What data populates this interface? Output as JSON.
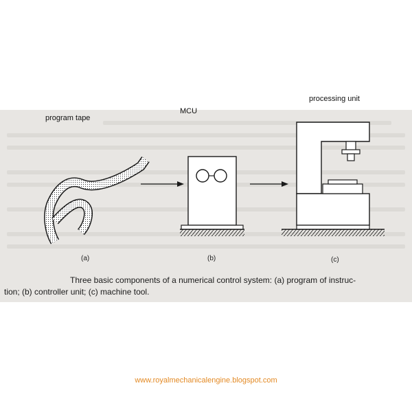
{
  "labels": {
    "program_tape": "program tape",
    "mcu": "MCU",
    "processing_unit": "processing unit"
  },
  "sublabels": {
    "a": "(a)",
    "b": "(b)",
    "c": "(c)"
  },
  "caption": {
    "line1": "Three basic components of a numerical control system: (a) program of instruc-",
    "line2": "tion; (b) controller unit; (c) machine tool."
  },
  "footer": {
    "url": "www.royalmechanicalengine.blogspot.com"
  },
  "colors": {
    "ink": "#1a1a1a",
    "scan_background": "#e8e6e3",
    "footer_text": "#e38a25"
  }
}
